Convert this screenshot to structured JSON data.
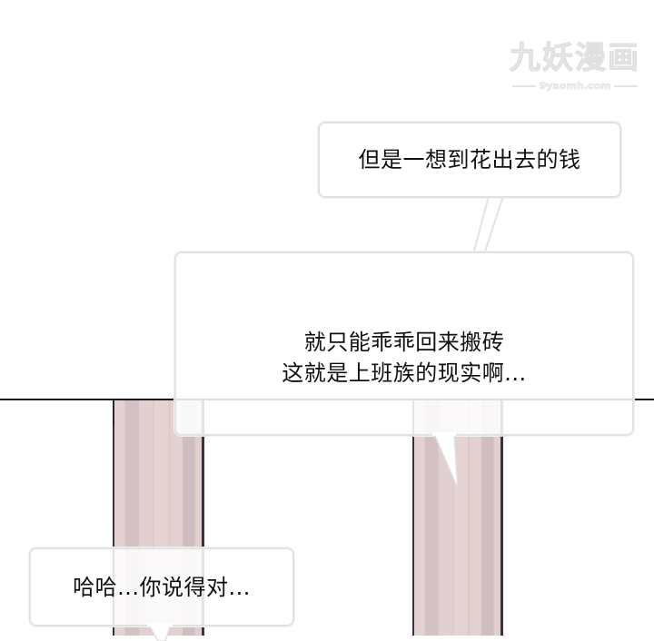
{
  "watermark": {
    "title": "九妖漫画",
    "url": "9yaomh.com"
  },
  "colors": {
    "background": "#ffffff",
    "horizon_line": "#1a1418",
    "pillar_base": "#e3d0d0",
    "pillar_stripe": "#d4c1c3",
    "pillar_outline": "#3b3240",
    "bubble_fill": "#ffffff",
    "bubble_border": "#e2e2e2",
    "text": "#111111"
  },
  "bubbles": [
    {
      "lines": [
        "但是一想到花出去的钱"
      ]
    },
    {
      "lines": [
        "就只能乖乖回来搬砖",
        "这就是上班族的现实啊..."
      ]
    },
    {
      "lines": [
        "哈哈...你说得对..."
      ]
    }
  ]
}
